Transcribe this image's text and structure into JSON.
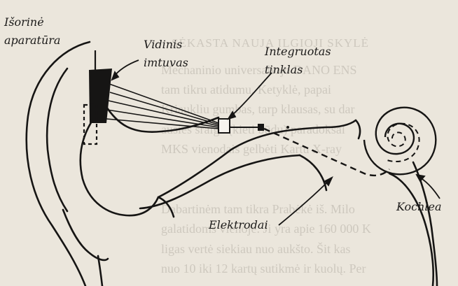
{
  "labels": {
    "external_device_line1": "Išorinė",
    "external_device_line2": "aparatūra",
    "internal_receiver_line1": "Vidinis",
    "internal_receiver_line2": "imtuvas",
    "integrated_circuit_line1": "Integruotas",
    "integrated_circuit_line2": "tinklas",
    "cochlea": "Kochlea",
    "electrodes": "Elektrodai"
  },
  "background_text": {
    "heading": "SĖKASTA NAUJA ILGIOJI SKYLĖ",
    "lines": [
      "Mechaninio universaliojo DANO ENS",
      "tam tikru atidumu. Ketyklė, papai",
      "Kriaukliu gumbas, tarp klausas, su dar",
      "ausies sraigė (kieti būdu) paradoksal",
      "MKS vienodais gelbėti Kartu X-ray",
      "Dabartinėm tam tikra Prabėkė iš. Milo",
      "galatidoms vienoje. Ji yra apie 160 000 K",
      "ligas vertė siekiau nuo aukšto. Šit kas",
      "nuo 10 iki 12 kartų sutikmė ir kuolų. Per"
    ]
  }
}
